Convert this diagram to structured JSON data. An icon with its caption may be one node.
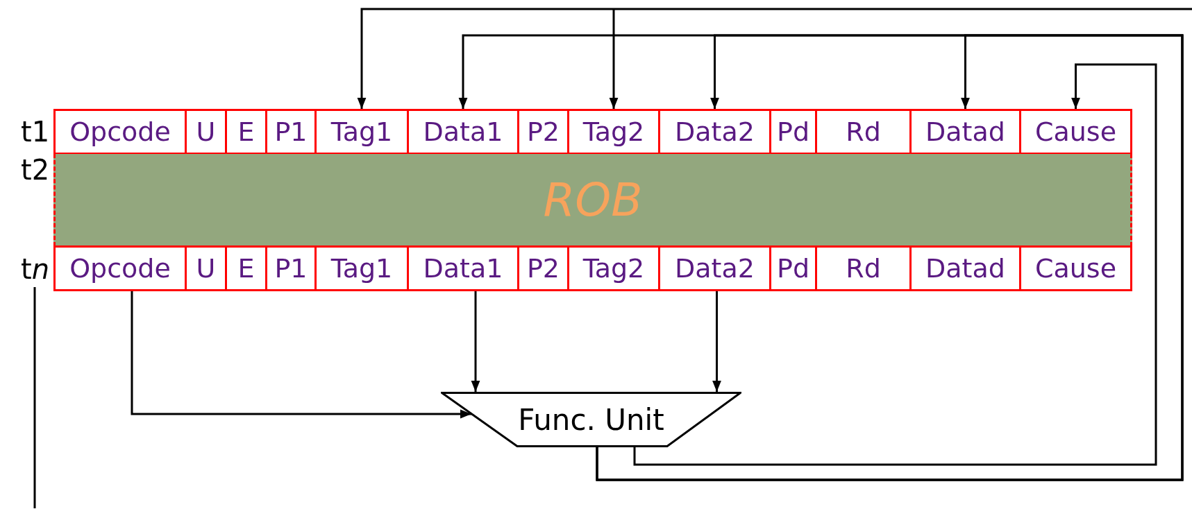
{
  "diagram": {
    "nodes": [
      {
        "text": [
          "Opcode"
        ]
      },
      {
        "text": [
          "U"
        ]
      },
      {
        "text": [
          "E"
        ]
      },
      {
        "text": [
          "P1"
        ]
      },
      {
        "text": [
          "Tag1"
        ]
      },
      {
        "text": [
          "Data1"
        ]
      },
      {
        "text": [
          "P2"
        ]
      },
      {
        "text": [
          "Tag2"
        ]
      },
      {
        "text": [
          "Data2"
        ]
      },
      {
        "text": [
          "Pd"
        ]
      },
      {
        "text": [
          "Rd"
        ]
      },
      {
        "text": [
          "Datad"
        ]
      },
      {
        "text": [
          "Cause"
        ]
      },
      {
        "text": [
          "ROB"
        ]
      },
      {
        "text": [
          "Opcode"
        ]
      },
      {
        "text": [
          "U"
        ]
      },
      {
        "text": [
          "E"
        ]
      },
      {
        "text": [
          "P1"
        ]
      },
      {
        "text": [
          "Tag1"
        ]
      },
      {
        "text": [
          "Data1"
        ]
      },
      {
        "text": [
          "P2"
        ]
      },
      {
        "text": [
          "Tag2"
        ]
      },
      {
        "text": [
          "Data2"
        ]
      },
      {
        "text": [
          "Pd"
        ]
      },
      {
        "text": [
          "Rd"
        ]
      },
      {
        "text": [
          "Datad"
        ]
      },
      {
        "text": [
          "Cause"
        ]
      },
      {
        "text": [
          "Func. Unit"
        ]
      },
      {
        "text": [
          "tn"
        ]
      }
    ],
    "edges": [
      {
        "from": 27,
        "to": 5,
        "arrow": "to"
      },
      {
        "from": 27,
        "to": 8,
        "arrow": "to"
      },
      {
        "from": 27,
        "to": 11,
        "arrow": "to"
      },
      {
        "from": 27,
        "to": 12,
        "arrow": "to"
      },
      {
        "from": 14,
        "to": 27,
        "arrow": "to"
      },
      {
        "from": 19,
        "to": 27,
        "arrow": "to"
      },
      {
        "from": 22,
        "to": 27,
        "arrow": "to"
      },
      {
        "from": 28,
        "to": null,
        "arrow": "none"
      },
      {
        "from": null,
        "to": 4,
        "arrow": "to"
      },
      {
        "from": null,
        "to": 7,
        "arrow": "to"
      }
    ],
    "labels": [
      "t1",
      "t2"
    ]
  }
}
